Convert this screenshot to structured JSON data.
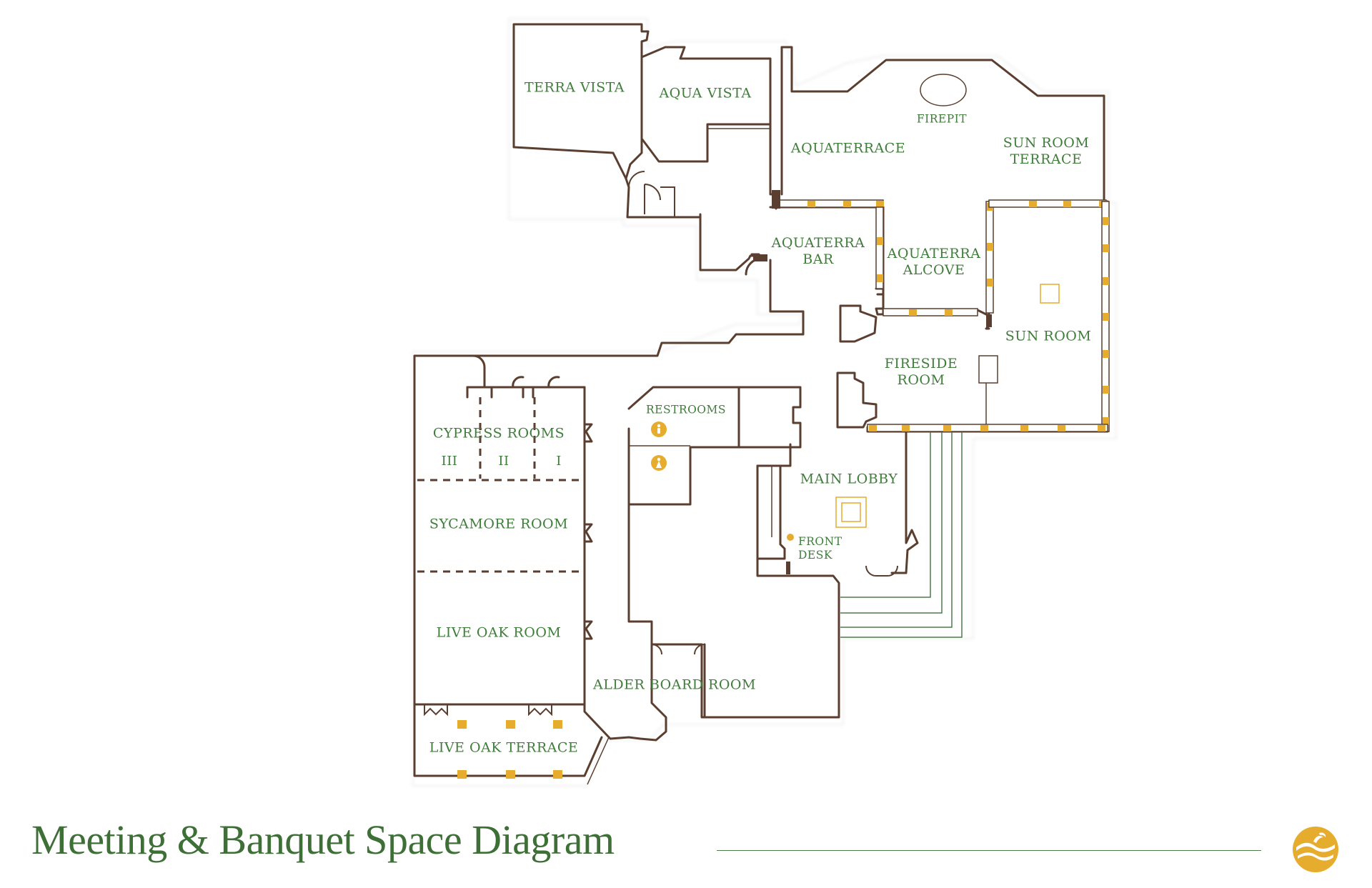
{
  "title": "Meeting & Banquet Space Diagram",
  "colors": {
    "wall": "#5a3e2f",
    "label": "#3f7d3a",
    "accent": "#e6ac2e",
    "title": "#3e6f37"
  },
  "rooms": {
    "terra_vista": "TERRA VISTA",
    "aqua_vista": "AQUA VISTA",
    "firepit": "FIREPIT",
    "aquaterrace": "AQUATERRACE",
    "sun_room_terrace": "SUN ROOM\nTERRACE",
    "aquaterra_bar": "AQUATERRA\nBAR",
    "aquaterra_alcove": "AQUATERRA\nALCOVE",
    "sun_room": "SUN ROOM",
    "fireside_room": "FIRESIDE\nROOM",
    "restrooms": "RESTROOMS",
    "cypress_rooms": "CYPRESS ROOMS",
    "cypress_iii": "III",
    "cypress_ii": "II",
    "cypress_i": "I",
    "sycamore_room": "SYCAMORE ROOM",
    "main_lobby": "MAIN LOBBY",
    "front_desk": "FRONT\nDESK",
    "live_oak_room": "LIVE OAK ROOM",
    "alder_board_room": "ALDER BOARD ROOM",
    "live_oak_terrace": "LIVE OAK TERRACE"
  },
  "icons": [
    "restroom-icon",
    "firepit-icon",
    "logo-icon"
  ]
}
